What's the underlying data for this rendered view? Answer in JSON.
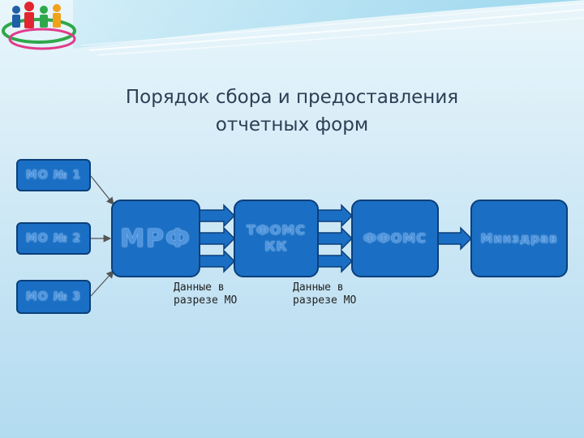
{
  "title": {
    "line1": "Порядок сбора и предоставления",
    "line2": "отчетных форм"
  },
  "diagram": {
    "sources": [
      {
        "label": "МО № 1"
      },
      {
        "label": "МО № 2"
      },
      {
        "label": "МО № 3"
      }
    ],
    "nodes": {
      "mrf": "МРФ",
      "tfoms_line1": "ТФОМС",
      "tfoms_line2": "КК",
      "ffoms": "ФФОМС",
      "minzdrav": "Минздрав"
    },
    "notes": {
      "after_mrf": "Данные в\nразрезе МО",
      "after_tfoms": "Данные в\nразрезе МО"
    }
  },
  "colors": {
    "box_fill": "#1a6fc4",
    "box_border": "#0b3f7a",
    "box_text": "#4e94de",
    "title": "#2b3f55"
  },
  "icons": [
    "family-logo-icon"
  ]
}
